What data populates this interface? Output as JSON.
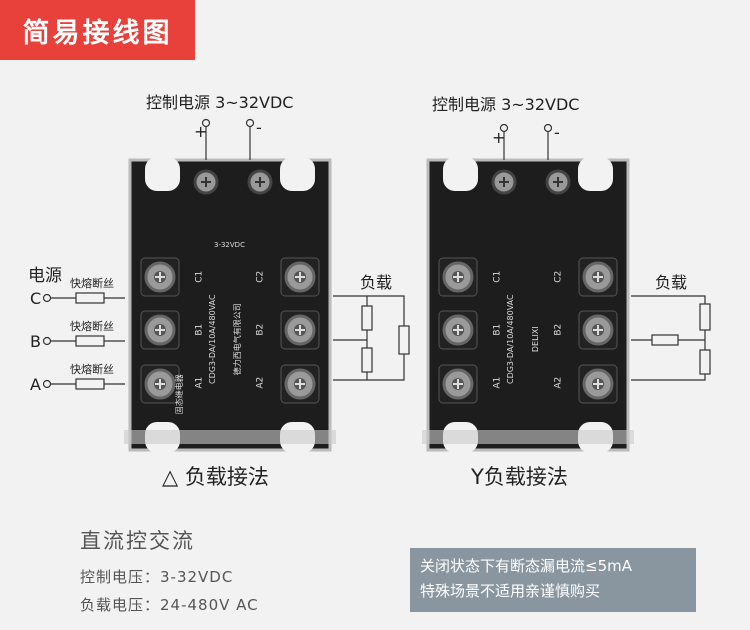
{
  "title": "简易接线图",
  "control_power": "控制电源 3~32VDC",
  "plus": "+",
  "minus": "-",
  "power_source": "电源",
  "fuse": "快熔断丝",
  "phases": [
    "C",
    "B",
    "A"
  ],
  "load": "负载",
  "relay": {
    "terminals": {
      "c1": "C1",
      "b1": "B1",
      "a1": "A1",
      "c2": "C2",
      "b2": "B2",
      "a2": "A2"
    },
    "type_name": "固态继电器",
    "model": "CDG3-DA/10A/480VAC",
    "brand": "DELIXI",
    "maker": "德力西电气有限公司",
    "input_mark": "3-32VDC"
  },
  "delta_caption": "△ 负载接法",
  "y_caption": "Y负载接法",
  "info": {
    "heading": "直流控交流",
    "control_voltage": "控制电压：3-32VDC",
    "load_voltage": "负载电压：24-480V AC"
  },
  "note": {
    "line1": "关闭状态下有断态漏电流≤5mA",
    "line2": "特殊场景不适用亲谨慎购买"
  }
}
